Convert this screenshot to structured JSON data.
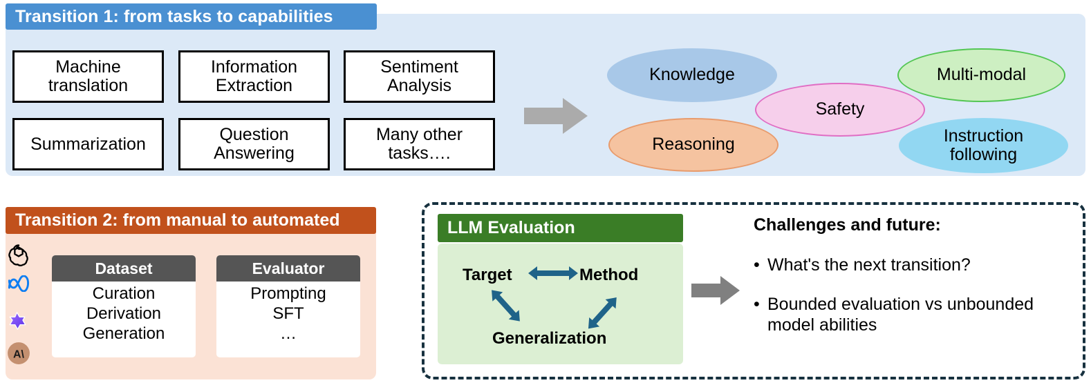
{
  "transition1": {
    "header": "Transition 1: from tasks to capabilities",
    "header_color": "#4a90d2",
    "panel_color": "#dce9f7",
    "tasks": [
      {
        "line1": "Machine",
        "line2": "translation"
      },
      {
        "line1": "Information",
        "line2": "Extraction"
      },
      {
        "line1": "Sentiment",
        "line2": "Analysis"
      },
      {
        "line1": "Summarization",
        "line2": ""
      },
      {
        "line1": "Question",
        "line2": "Answering"
      },
      {
        "line1": "Many other",
        "line2": "tasks…."
      }
    ],
    "arrow_color": "#ababab",
    "capabilities": [
      {
        "label": "Knowledge",
        "fill": "#a8c8e8",
        "stroke": "#a8c8e8"
      },
      {
        "label": "Reasoning",
        "fill": "#f5c3a0",
        "stroke": "#e89b6c"
      },
      {
        "label": "Safety",
        "fill": "#f6cfeb",
        "stroke": "#e06ec4"
      },
      {
        "label": "Multi-modal",
        "fill": "#cdefc2",
        "stroke": "#53c653"
      },
      {
        "label_line1": "Instruction",
        "label_line2": "following",
        "fill": "#92d7f2",
        "stroke": "#92d7f2"
      }
    ]
  },
  "transition2": {
    "header": "Transition 2: from manual to automated",
    "header_color": "#c1511c",
    "panel_color": "#fbe2d5",
    "logos": [
      "openai-logo",
      "meta-logo",
      "qwen-logo",
      "anthropic-logo"
    ],
    "tables": [
      {
        "head": "Dataset",
        "rows": [
          "Curation",
          "Derivation",
          "Generation"
        ]
      },
      {
        "head": "Evaluator",
        "rows": [
          "Prompting",
          "SFT",
          "…"
        ]
      }
    ],
    "head_color": "#555555"
  },
  "llm_eval": {
    "header": "LLM Evaluation",
    "header_color": "#3a7d26",
    "body_color": "#dcefd3",
    "nodes": [
      "Target",
      "Method",
      "Generalization"
    ],
    "arrow_color": "#1f6389",
    "flow_arrow_color": "#808080"
  },
  "challenges": {
    "title": "Challenges and future:",
    "bullet_glyph": "•",
    "items": [
      "What's the next transition?",
      "Bounded evaluation vs unbounded model abilities"
    ]
  },
  "dashed_border_color": "#17313f"
}
